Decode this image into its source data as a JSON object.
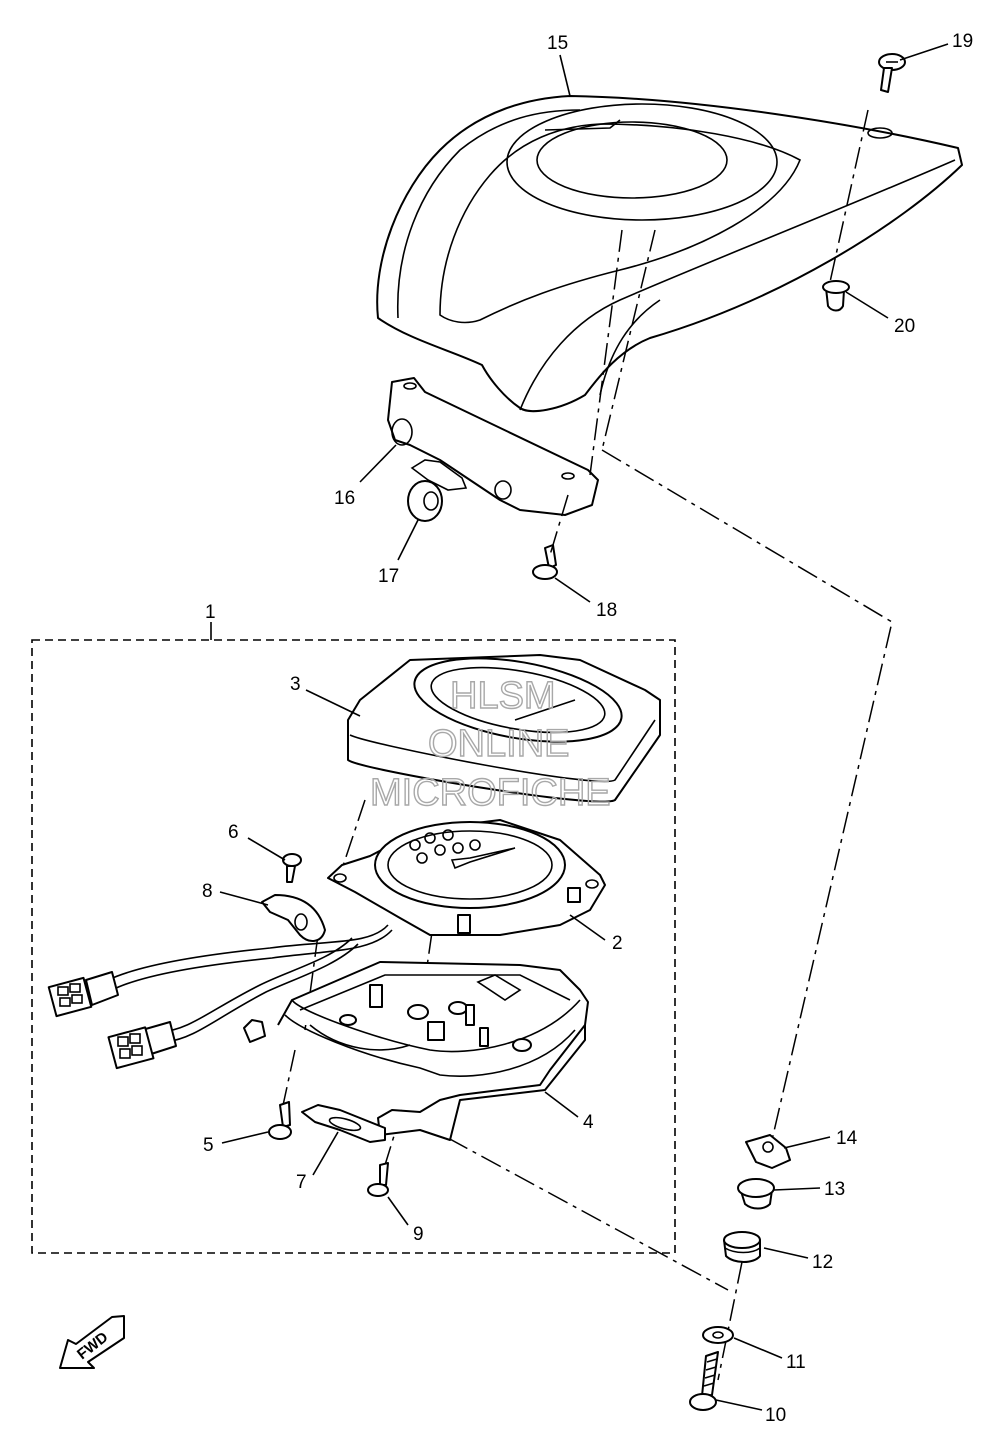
{
  "callouts": [
    "1",
    "2",
    "3",
    "4",
    "5",
    "6",
    "7",
    "8",
    "9",
    "10",
    "11",
    "12",
    "13",
    "14",
    "15",
    "16",
    "17",
    "18",
    "19",
    "20"
  ],
  "watermark": [
    "HLSM",
    "ONLINE",
    "MICROFICHE"
  ],
  "direction_arrow": "FWD"
}
